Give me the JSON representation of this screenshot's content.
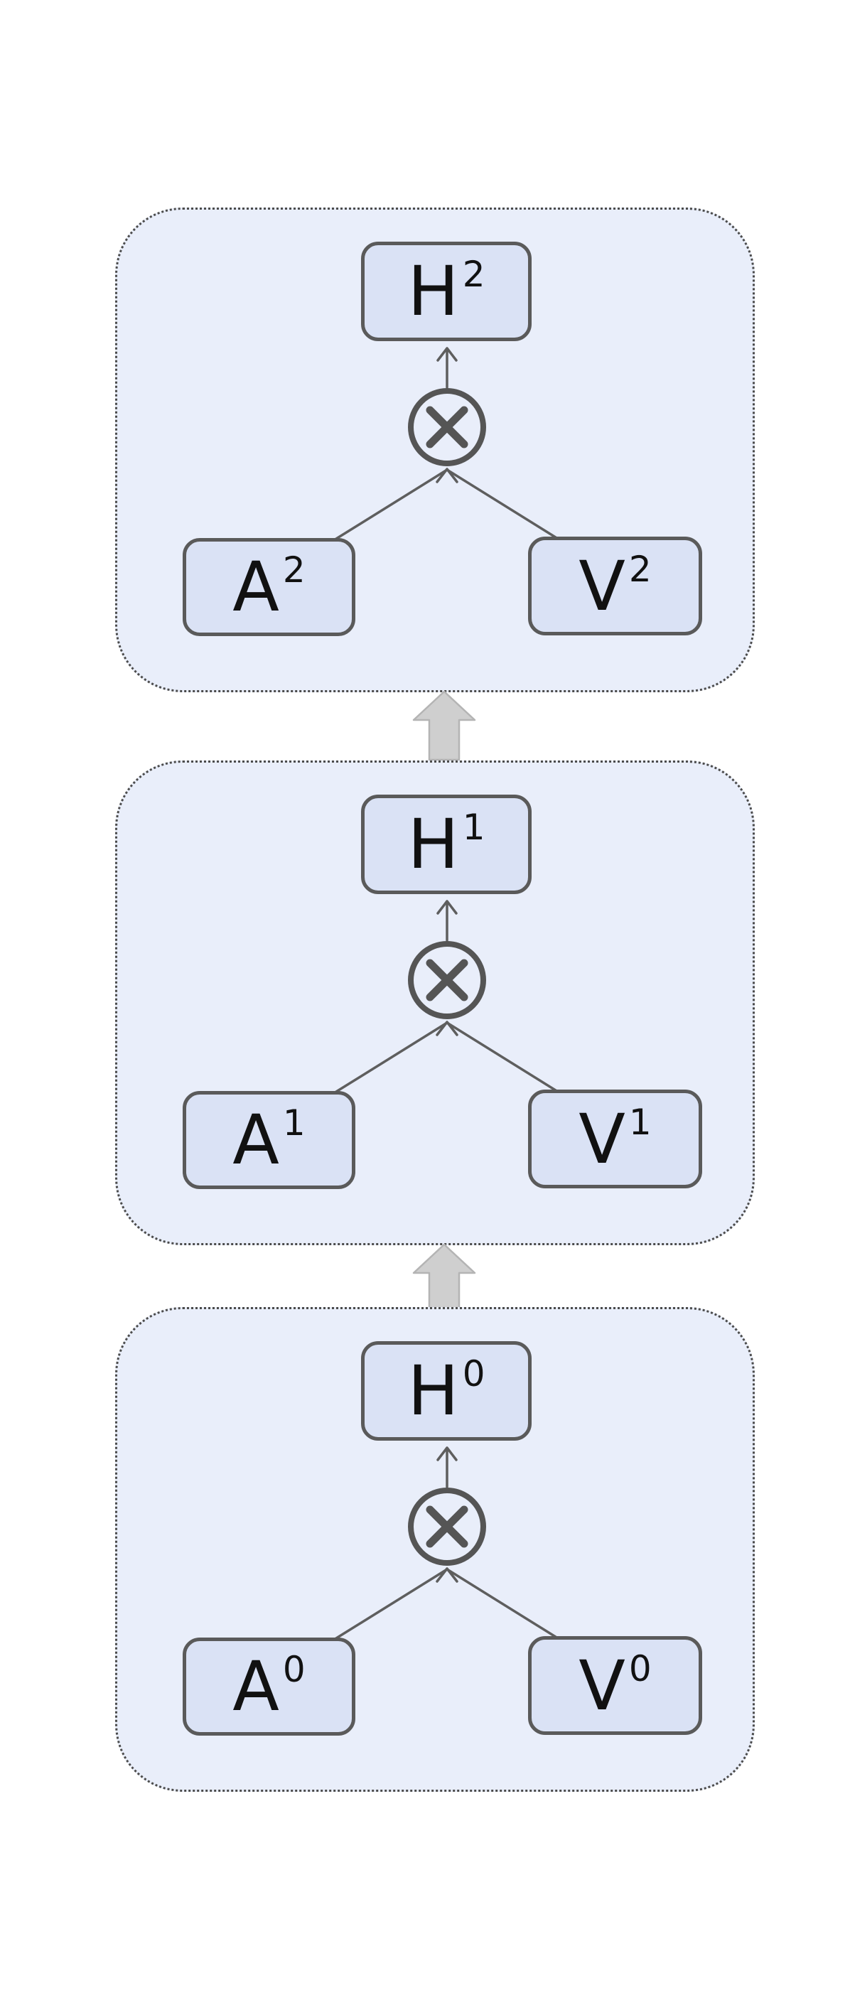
{
  "figure": {
    "type": "stacked layer fusion diagram, three identical levels linked by upward block arrows",
    "operator_icon": "circle-times-icon",
    "level_link_icon": "block-up-arrow-icon",
    "levels": [
      {
        "index": 2,
        "h": {
          "base": "H",
          "sup": "2"
        },
        "a": {
          "base": "A",
          "sup": "2"
        },
        "v": {
          "base": "V",
          "sup": "2"
        }
      },
      {
        "index": 1,
        "h": {
          "base": "H",
          "sup": "1"
        },
        "a": {
          "base": "A",
          "sup": "1"
        },
        "v": {
          "base": "V",
          "sup": "1"
        }
      },
      {
        "index": 0,
        "h": {
          "base": "H",
          "sup": "0"
        },
        "a": {
          "base": "A",
          "sup": "0"
        },
        "v": {
          "base": "V",
          "sup": "0"
        }
      }
    ]
  },
  "colors": {
    "page_background": "#ffffff",
    "panel_fill": "#e9eefa",
    "panel_border": "#4b4b4b",
    "node_fill": "#dae2f5",
    "node_border": "#5a5a5a",
    "label_text": "#111111",
    "edge": "#5e5e5e",
    "operator": "#555555",
    "block_arrow_fill": "#cfcfcf",
    "block_arrow_border": "#b4b4b4"
  }
}
